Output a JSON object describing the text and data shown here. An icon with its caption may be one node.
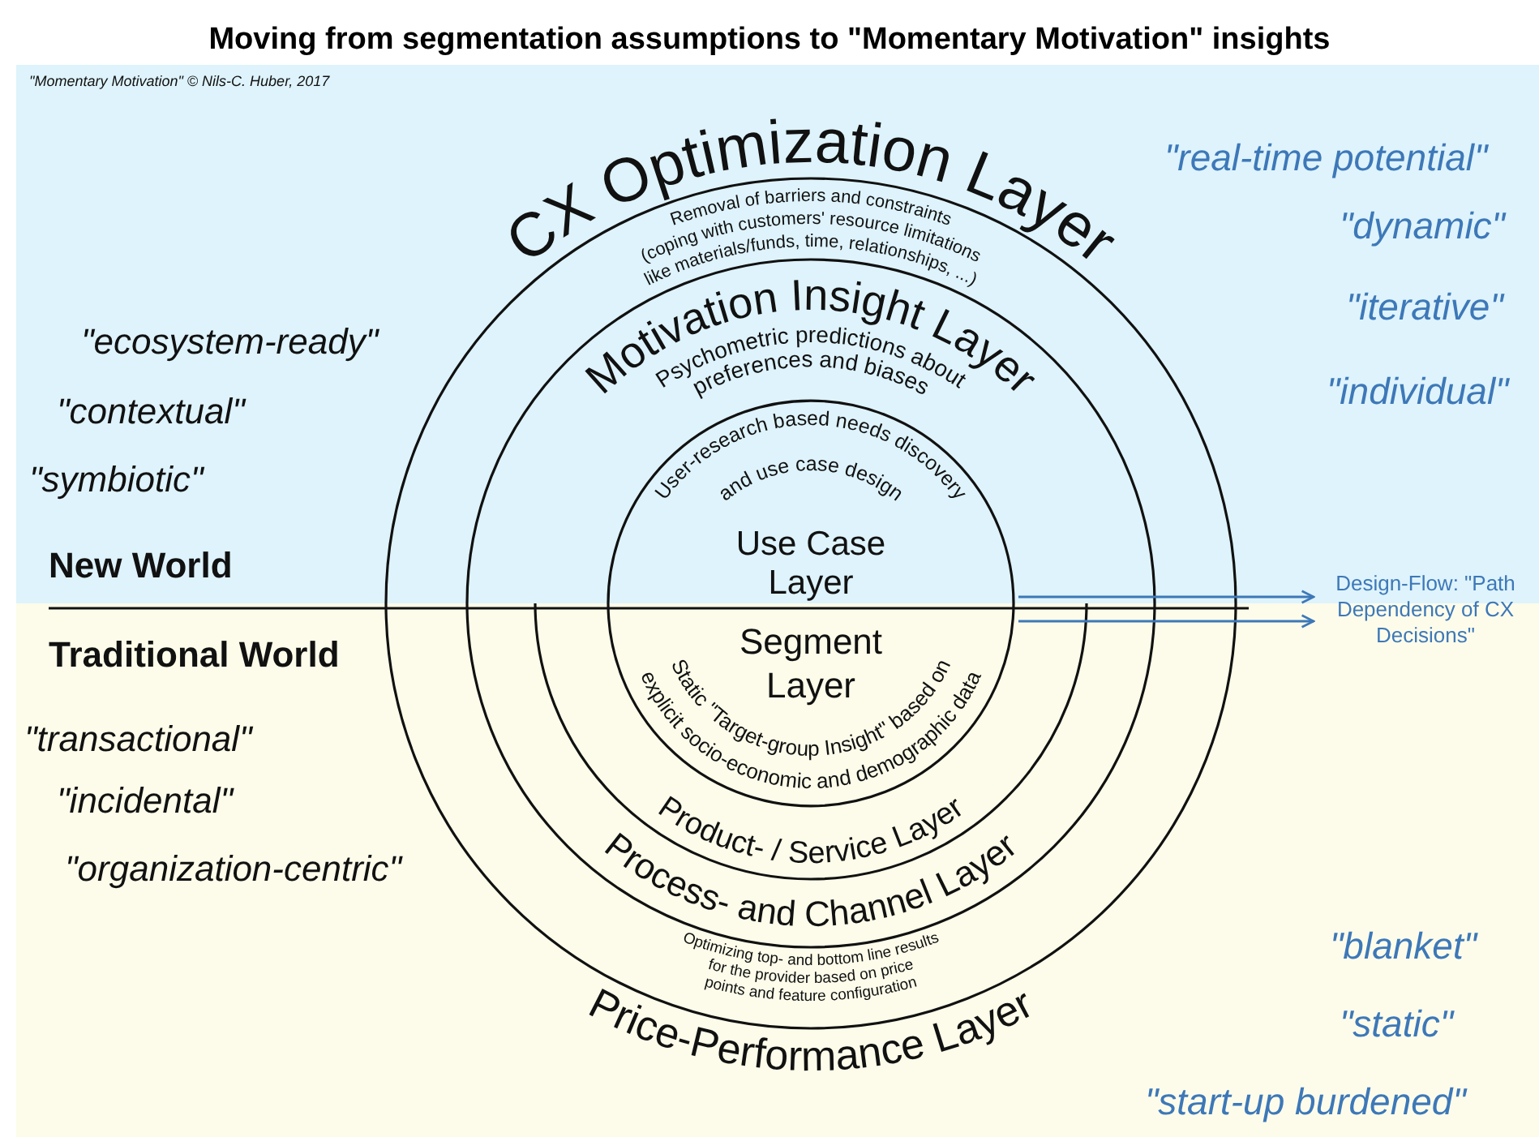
{
  "diagram": {
    "title": "Moving from segmentation assumptions to \"Momentary Motivation\" insights",
    "nodes": [
      {
        "text": [
          "CX Optimization Layer",
          "Removal of barriers and constraints (coping with customers' resource limitations like materials/funds, time, relationships, ...)"
        ]
      },
      {
        "text": [
          "Motivation Insight Layer",
          "Psychometric predictions about preferences and biases"
        ]
      },
      {
        "text": [
          "User-research based needs discovery and use case design",
          "Use Case Layer"
        ]
      },
      {
        "text": [
          "Design-Flow: \"Path Dependency of CX Decisions\""
        ]
      },
      {
        "text": [
          "Segment Layer",
          "Static \"Target-group Insight\" based on explicit socio-economic and demographic data"
        ]
      },
      {
        "text": [
          "Product- / Service Layer"
        ]
      },
      {
        "text": [
          "Process- and Channel Layer",
          "Optimizing top- and bottom line results for the provider based on price points and feature configuration"
        ]
      },
      {
        "text": [
          "Price-Performance Layer"
        ]
      }
    ],
    "edges": [
      {
        "from": null,
        "to": 3,
        "arrow": "to"
      },
      {
        "from": null,
        "to": 3,
        "arrow": "to"
      }
    ],
    "labels": [
      "\"Momentary Motivation\" © Nils-C. Huber, 2017",
      "\"real-time potential\"",
      "\"dynamic\"",
      "\"ecosystem-ready\"",
      "\"iterative\"",
      "\"contextual\"",
      "\"individual\"",
      "\"symbiotic\"",
      "New World",
      "Traditional World",
      "\"transactional\"",
      "\"incidental\"",
      "\"organization-centric\"",
      "\"blanket\"",
      "\"static\"",
      "\"start-up burdened\""
    ]
  }
}
